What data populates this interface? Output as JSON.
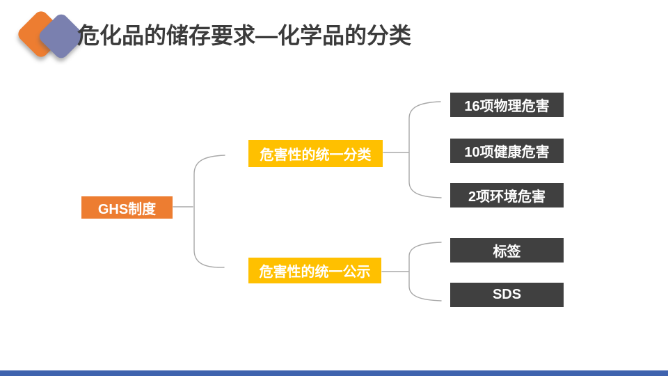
{
  "header": {
    "title": "危化品的储存要求—化学品的分类"
  },
  "diagram": {
    "root": {
      "label": "GHS制度"
    },
    "branches": [
      {
        "label": "危害性的统一分类",
        "children": [
          {
            "label": "16项物理危害"
          },
          {
            "label": "10项健康危害"
          },
          {
            "label": "2项环境危害"
          }
        ]
      },
      {
        "label": "危害性的统一公示",
        "children": [
          {
            "label": "标签"
          },
          {
            "label": "SDS"
          }
        ]
      }
    ]
  },
  "colors": {
    "root_box": "#ED7D31",
    "branch_box": "#FFC000",
    "leaf_box": "#404040",
    "connector_line": "#A8A8A8",
    "title_text": "#3B3B3B",
    "footer_bar": "#3F63AE",
    "logo_back_diamond": "#ED7D31",
    "logo_front_diamond": "#7A80AF"
  },
  "icons": {
    "logo": "overlapping-diamonds-logo-icon"
  }
}
